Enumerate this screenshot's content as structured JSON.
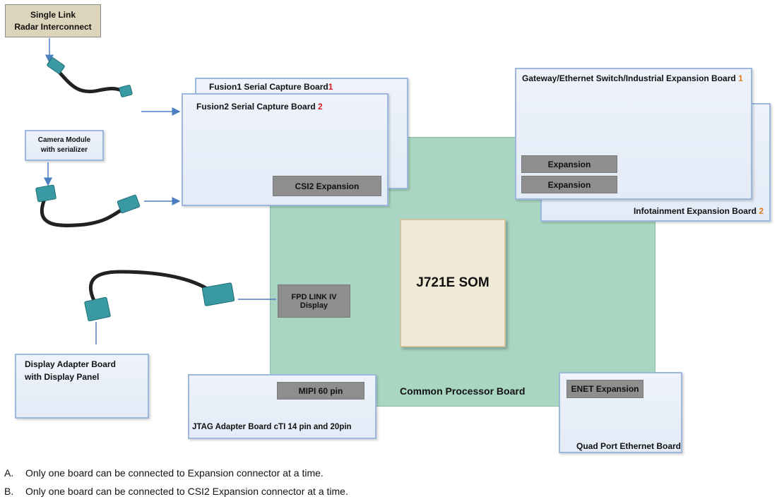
{
  "radar": {
    "line1": "Single Link",
    "line2": "Radar Interconnect"
  },
  "camera": {
    "line1": "Camera Module",
    "line2": "with serializer"
  },
  "fusion1": {
    "label": "Fusion1 Serial Capture Board",
    "num": "1"
  },
  "fusion2": {
    "label": "Fusion2 Serial Capture Board",
    "num": "2",
    "csi2": "CSI2 Expansion"
  },
  "gateway": {
    "label": "Gateway/Ethernet Switch/Industrial Expansion Board",
    "num": "1",
    "expansion1": "Expansion",
    "expansion2": "Expansion"
  },
  "infotainment": {
    "label": "Infotainment Expansion Board",
    "num": "2"
  },
  "cpb": {
    "label": "Common Processor Board",
    "som": "J721E SOM",
    "fpd_line1": "FPD LINK IV",
    "fpd_line2": "Display"
  },
  "display_adapter": {
    "line1": "Display Adapter Board",
    "line2": "with Display Panel"
  },
  "jtag": {
    "mipi": "MIPI 60 pin",
    "label": "JTAG Adapter Board  cTI 14 pin and 20pin"
  },
  "enet": {
    "expansion": "ENET Expansion",
    "label": "Quad Port Ethernet Board"
  },
  "notes": [
    {
      "letter": "A.",
      "text": "Only one board can be connected to Expansion connector at a time."
    },
    {
      "letter": "B.",
      "text": "Only one board can be connected to CSI2 Expansion connector at a time."
    }
  ],
  "colors": {
    "board_border": "#9db8dc",
    "board_fill": "#e6edf8",
    "cpb_fill": "#a9d6c2",
    "grey_box": "#8e8e8e",
    "connector": "#3a9aa3",
    "arrow": "#4b7fbf"
  }
}
